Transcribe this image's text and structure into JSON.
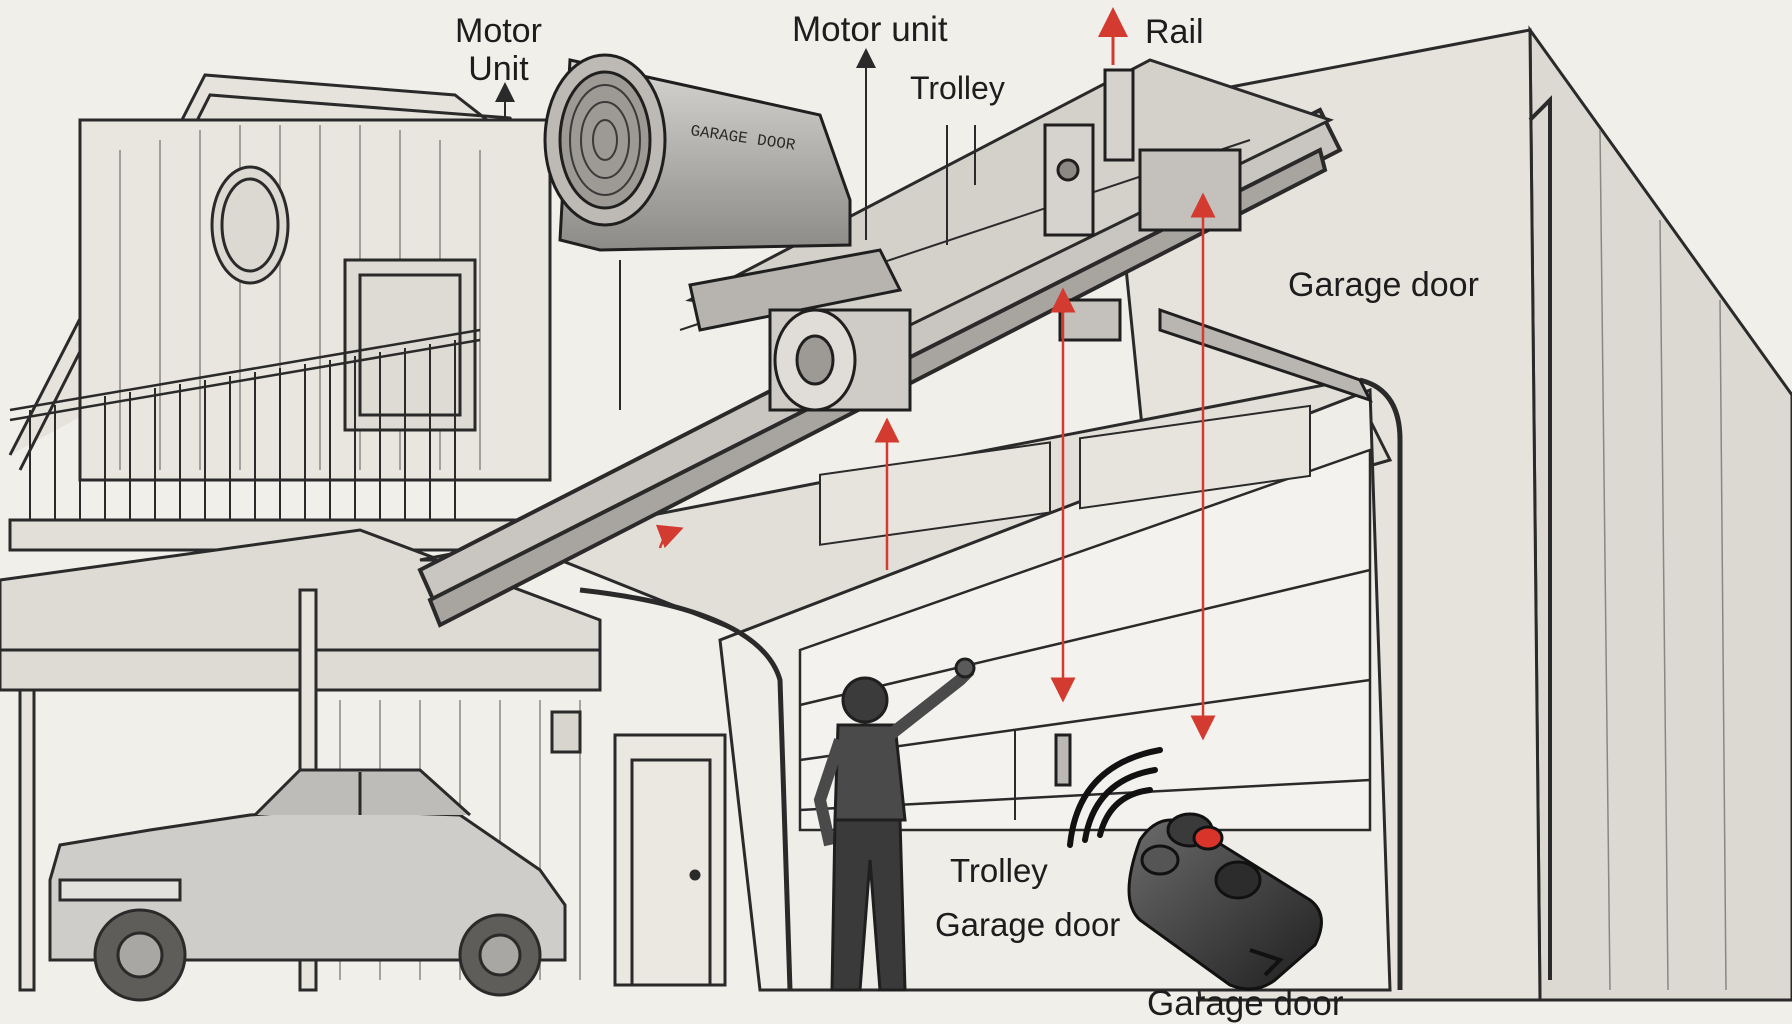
{
  "labels": {
    "motor_unit_left": "Motor\nUnit",
    "motor_unit_top": "Motor unit",
    "rail": "Rail",
    "trolley_top": "Trolley",
    "garage_door_right": "Garage door",
    "trolley_bottom": "Trolley",
    "garage_door_bottom": "Garage door",
    "garage_door_footer": "Garage door"
  },
  "motor_housing_text": "GARAGE DOOR",
  "colors": {
    "ink": "#2a2a2a",
    "arrow_red": "#d33a30",
    "paper": "#f1efea",
    "remote_red_button": "#d8342a"
  },
  "icons": [
    "motor-unit-icon",
    "rail-icon",
    "trolley-icon",
    "remote-control-icon",
    "signal-waves-icon",
    "person-icon",
    "car-icon",
    "house-icon"
  ]
}
